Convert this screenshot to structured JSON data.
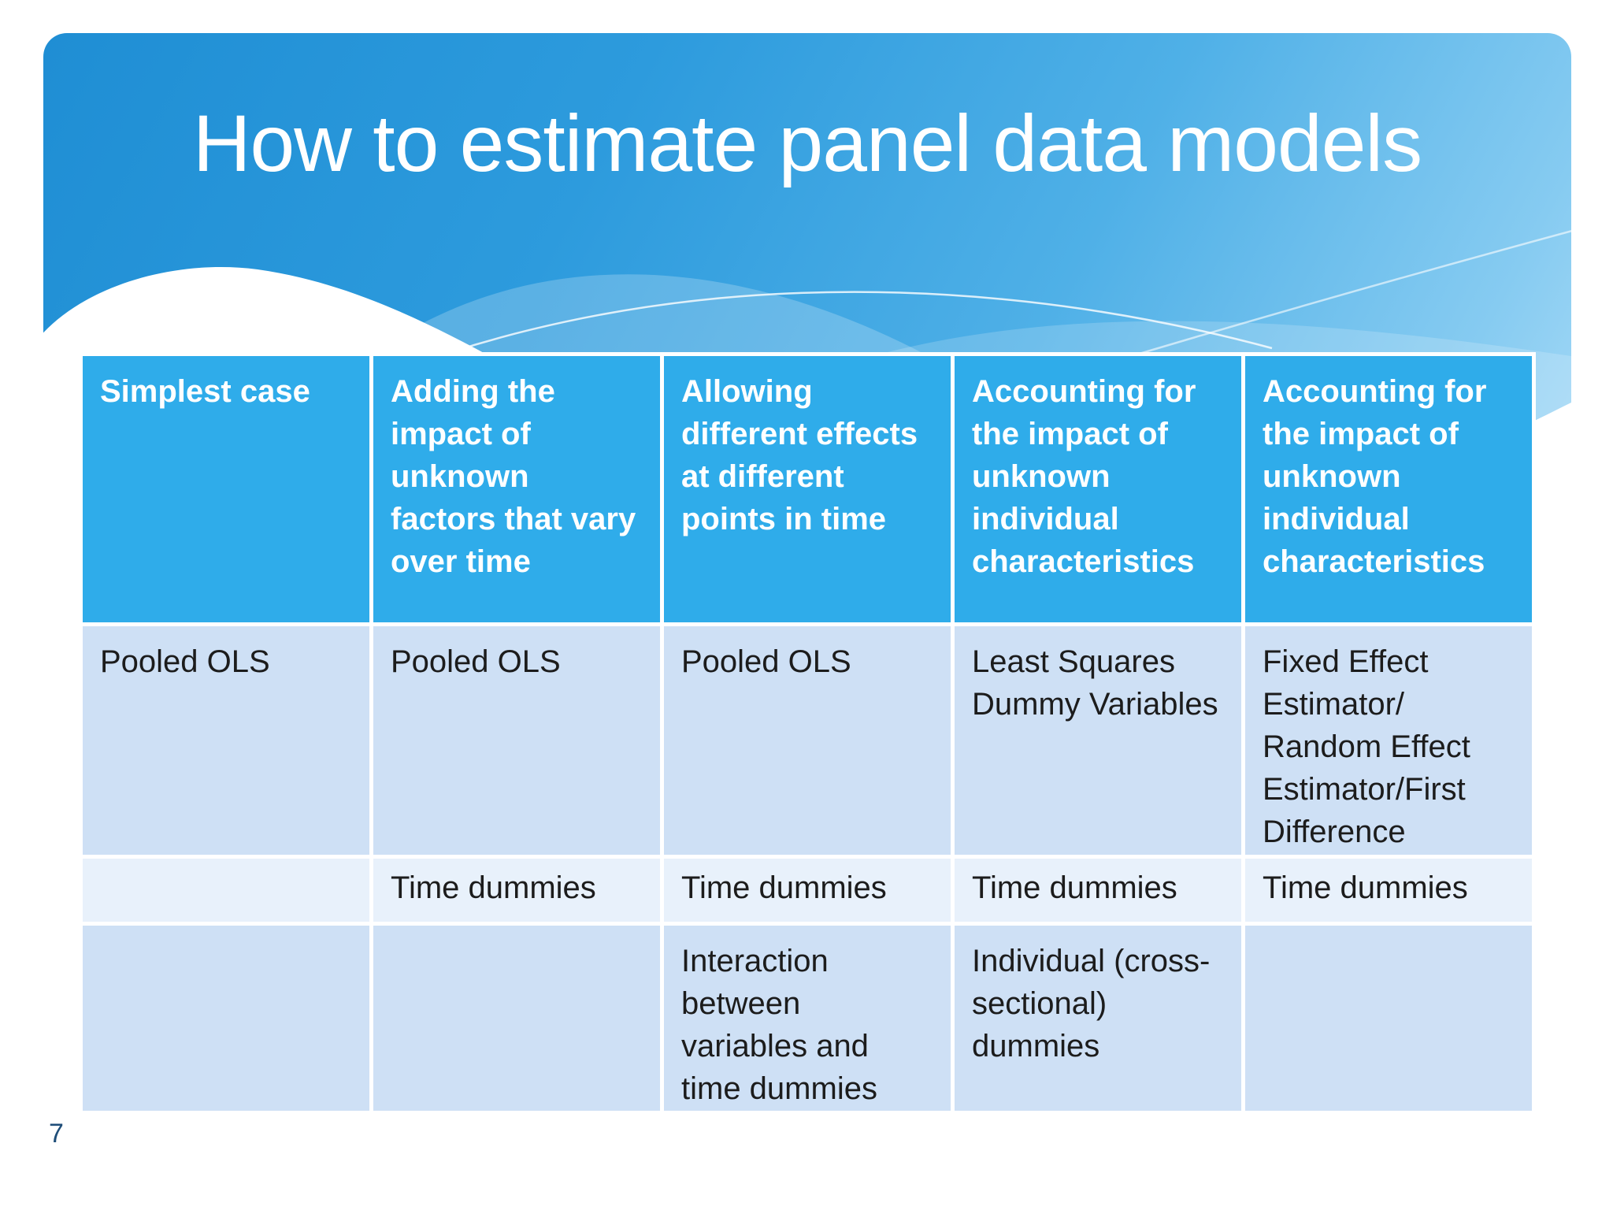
{
  "slide": {
    "title": "How to estimate panel data models",
    "page_number": "7"
  },
  "table": {
    "header": [
      "Simplest case",
      "Adding the impact of unknown factors that vary over time",
      "Allowing different effects at different points in time",
      "Accounting for the impact of unknown individual characteristics",
      "Accounting for the impact of unknown individual characteristics"
    ],
    "rows": [
      [
        "Pooled OLS",
        "Pooled OLS",
        "Pooled OLS",
        "Least Squares Dummy Variables",
        "Fixed Effect Estimator/ Random Effect Estimator/First Difference"
      ],
      [
        "",
        "Time dummies",
        "Time dummies",
        "Time dummies",
        "Time dummies"
      ],
      [
        "",
        "",
        "Interaction between variables and time dummies",
        "Individual (cross-sectional) dummies",
        ""
      ]
    ]
  },
  "colors": {
    "header_cell_blue": "#2FACEA",
    "row_blue": "#CEE0F5",
    "row_pale_blue": "#E8F1FB",
    "banner_blue_dark": "#1F8ED4",
    "banner_blue_light": "#A5D9F6",
    "header_text": "#FFFFFF",
    "body_text": "#1C1C1C",
    "page_number_blue": "#1F4E79"
  }
}
